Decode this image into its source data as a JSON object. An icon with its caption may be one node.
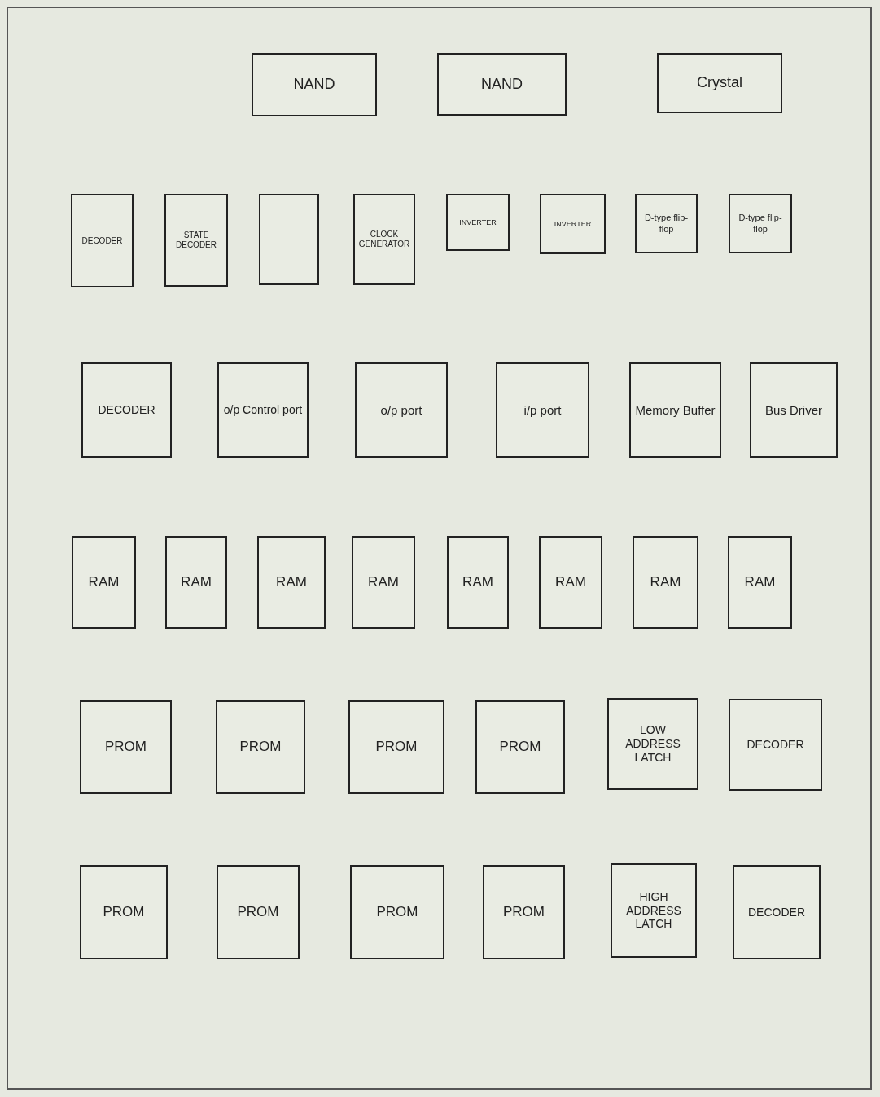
{
  "diagram": {
    "nodes": [
      {
        "text": [
          "NAND"
        ]
      },
      {
        "text": [
          "NAND"
        ]
      },
      {
        "text": [
          "Crystal"
        ]
      },
      {
        "text": [
          "DECODER"
        ]
      },
      {
        "text": [
          "STATE DECODER"
        ]
      },
      {
        "text": [],
        "shape": "box"
      },
      {
        "text": [
          "CLOCK GENERATOR"
        ]
      },
      {
        "text": [
          "INVERTER"
        ]
      },
      {
        "text": [
          "INVERTER"
        ]
      },
      {
        "text": [
          "D-type flip-flop"
        ]
      },
      {
        "text": [
          "D-type flip-flop"
        ]
      },
      {
        "text": [
          "DECODER"
        ]
      },
      {
        "text": [
          "o/p Control port"
        ]
      },
      {
        "text": [
          "o/p port"
        ]
      },
      {
        "text": [
          "i/p port"
        ]
      },
      {
        "text": [
          "Memory Buffer"
        ]
      },
      {
        "text": [
          "Bus Driver"
        ]
      },
      {
        "text": [
          "RAM"
        ]
      },
      {
        "text": [
          "RAM"
        ]
      },
      {
        "text": [
          "RAM"
        ]
      },
      {
        "text": [
          "RAM"
        ]
      },
      {
        "text": [
          "RAM"
        ]
      },
      {
        "text": [
          "RAM"
        ]
      },
      {
        "text": [
          "RAM"
        ]
      },
      {
        "text": [
          "RAM"
        ]
      },
      {
        "text": [
          "PROM"
        ]
      },
      {
        "text": [
          "PROM"
        ]
      },
      {
        "text": [
          "PROM"
        ]
      },
      {
        "text": [
          "PROM"
        ]
      },
      {
        "text": [
          "LOW ADDRESS LATCH"
        ]
      },
      {
        "text": [
          "DECODER"
        ]
      },
      {
        "text": [
          "PROM"
        ]
      },
      {
        "text": [
          "PROM"
        ]
      },
      {
        "text": [
          "PROM"
        ]
      },
      {
        "text": [
          "PROM"
        ]
      },
      {
        "text": [
          "HIGH ADDRESS LATCH"
        ]
      },
      {
        "text": [
          "DECODER"
        ]
      }
    ],
    "edges": []
  }
}
